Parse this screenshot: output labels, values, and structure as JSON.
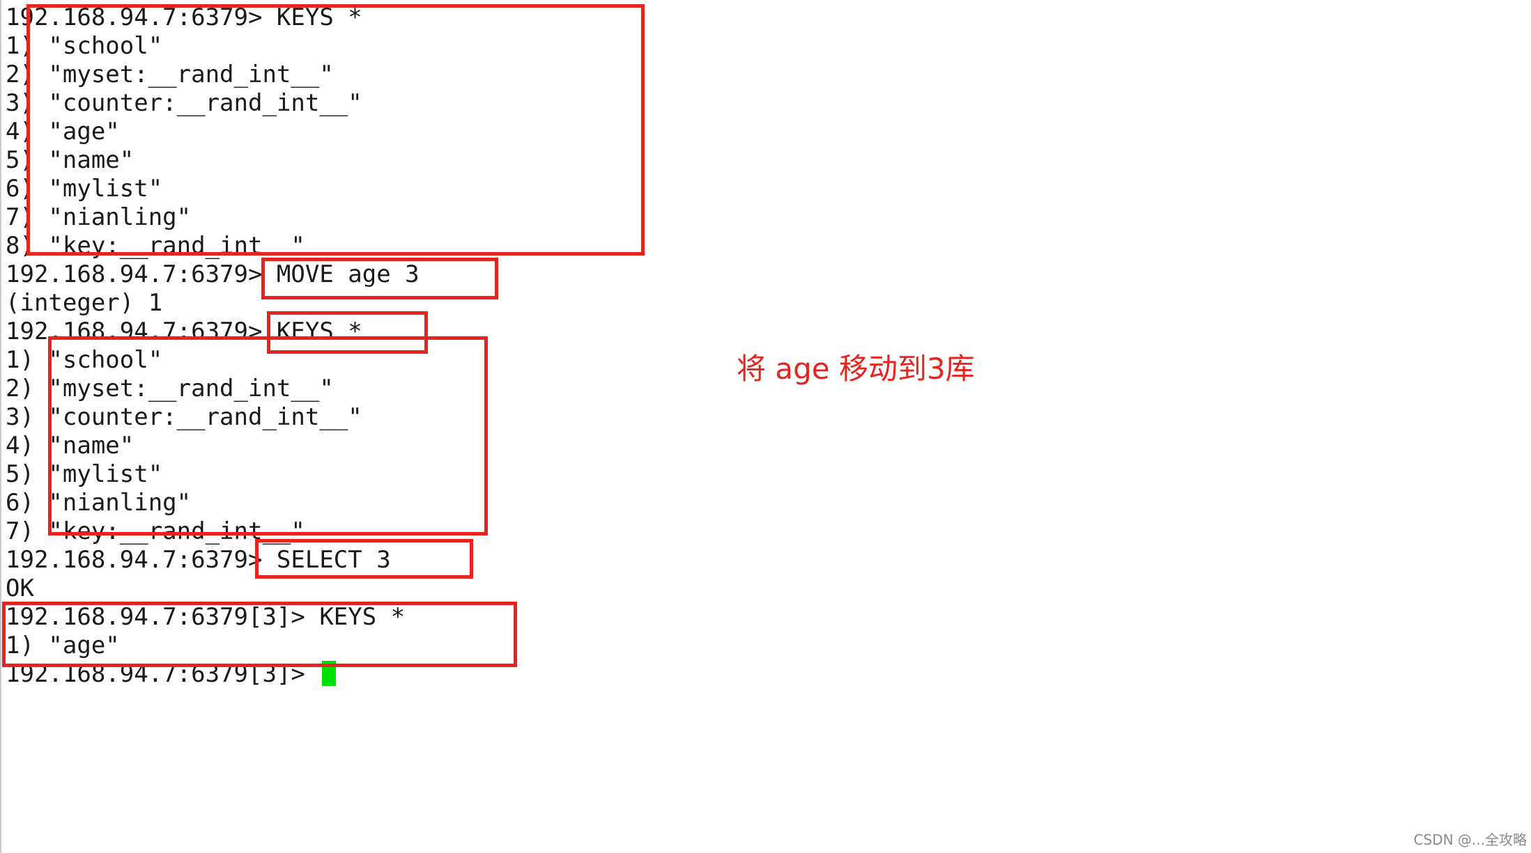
{
  "terminal": {
    "lines": [
      "192.168.94.7:6379> KEYS *",
      "1) \"school\"",
      "2) \"myset:__rand_int__\"",
      "3) \"counter:__rand_int__\"",
      "4) \"age\"",
      "5) \"name\"",
      "6) \"mylist\"",
      "7) \"nianling\"",
      "8) \"key:__rand_int__\"",
      "192.168.94.7:6379> MOVE age 3",
      "(integer) 1",
      "192.168.94.7:6379> KEYS *",
      "1) \"school\"",
      "2) \"myset:__rand_int__\"",
      "3) \"counter:__rand_int__\"",
      "4) \"name\"",
      "5) \"mylist\"",
      "6) \"nianling\"",
      "7) \"key:__rand_int__\"",
      "192.168.94.7:6379> SELECT 3",
      "OK",
      "192.168.94.7:6379[3]> KEYS *",
      "1) \"age\"",
      "192.168.94.7:6379[3]> "
    ],
    "cursor_color": "#00e000"
  },
  "annotation": {
    "text": "将 age 移动到3库",
    "color": "#e8241f"
  },
  "watermark": {
    "text": "CSDN @...全攻略"
  }
}
